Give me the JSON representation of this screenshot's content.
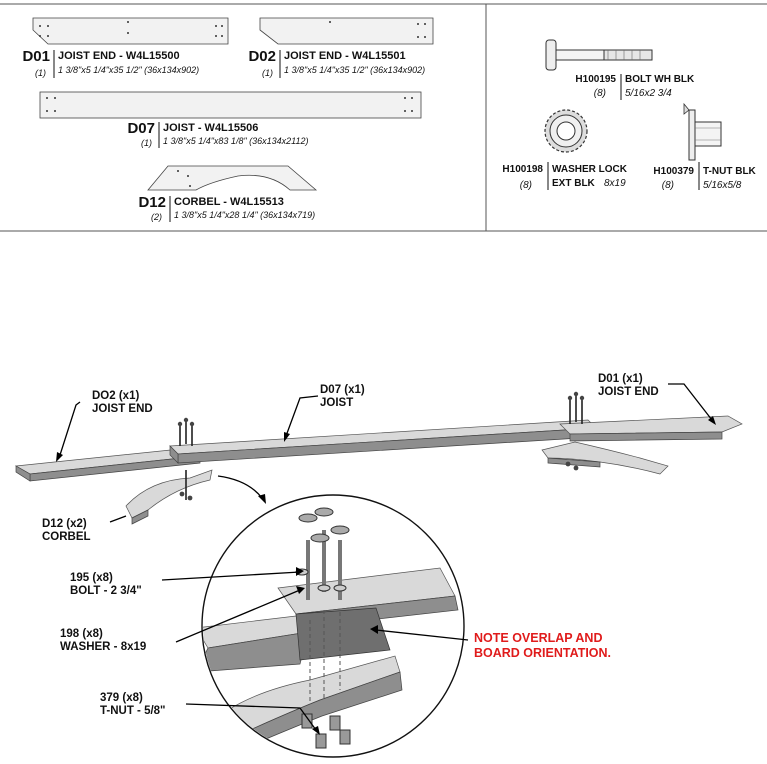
{
  "parts": [
    {
      "code": "D01",
      "name": "JOIST END - W4L15500",
      "qty": "(1)",
      "dims": "1 3/8\"x5 1/4\"x35 1/2\" (36x134x902)"
    },
    {
      "code": "D02",
      "name": "JOIST END - W4L15501",
      "qty": "(1)",
      "dims": "1 3/8\"x5 1/4\"x35 1/2\" (36x134x902)"
    },
    {
      "code": "D07",
      "name": "JOIST - W4L15506",
      "qty": "(1)",
      "dims": "1 3/8\"x5 1/4\"x83 1/8\" (36x134x2112)"
    },
    {
      "code": "D12",
      "name": "CORBEL - W4L15513",
      "qty": "(2)",
      "dims": "1 3/8\"x5 1/4\"x28 1/4\" (36x134x719)"
    }
  ],
  "hardware": [
    {
      "code": "H100195",
      "qty": "(8)",
      "name": "BOLT WH BLK",
      "size": "5/16x2 3/4"
    },
    {
      "code": "H100198",
      "qty": "(8)",
      "name_line1": "WASHER LOCK",
      "name_line2": "EXT BLK",
      "size": "8x19"
    },
    {
      "code": "H100379",
      "qty": "(8)",
      "name": "T-NUT BLK",
      "size": "5/16x5/8"
    }
  ],
  "callouts": {
    "d02": {
      "line1": "DO2 (x1)",
      "line2": "JOIST END"
    },
    "d07": {
      "line1": "D07 (x1)",
      "line2": "JOIST"
    },
    "d01": {
      "line1": "D01 (x1)",
      "line2": "JOIST END"
    },
    "d12": {
      "line1": "D12 (x2)",
      "line2": "CORBEL"
    },
    "bolt": {
      "line1": "195 (x8)",
      "line2": "BOLT - 2 3/4\""
    },
    "washer": {
      "line1": "198 (x8)",
      "line2": "WASHER - 8x19"
    },
    "tnut": {
      "line1": "379 (x8)",
      "line2": "T-NUT - 5/8\""
    }
  },
  "note": {
    "line1": "NOTE OVERLAP AND",
    "line2": "BOARD ORIENTATION."
  },
  "colors": {
    "note": "#e01b1b",
    "wood": "#d9d9d9",
    "wood_shadow": "#8e8e8e"
  }
}
